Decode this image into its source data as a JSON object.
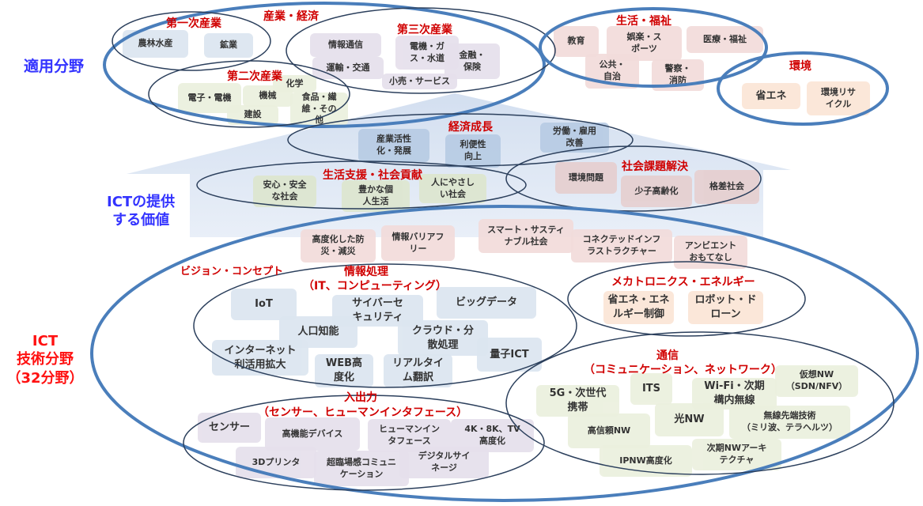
{
  "side_labels": {
    "applied": "適用分野",
    "value": "ICTの提供\nする価値",
    "tech": "ICT\n技術分野\n（32分野）"
  },
  "applied": {
    "industry_label": "産業・経済",
    "primary": {
      "label": "第一次産業",
      "items": [
        "農林水産",
        "鉱業"
      ]
    },
    "secondary": {
      "label": "第二次産業",
      "items": [
        "電子・電機",
        "機械",
        "化学",
        "食品・繊\n維・その\n他",
        "建設"
      ]
    },
    "tertiary": {
      "label": "第三次産業",
      "items": [
        "情報通信",
        "運輸・交通",
        "電機・ガ\nス・水道",
        "金融・\n保険",
        "小売・サービス"
      ]
    },
    "welfare": {
      "label": "生活・福祉",
      "items": [
        "教育",
        "娯楽・ス\nポーツ",
        "医療・福祉",
        "公共・\n自治",
        "警察・\n消防"
      ]
    },
    "environment": {
      "label": "環境",
      "items": [
        "省エネ",
        "環境リサ\nイクル"
      ]
    }
  },
  "values": {
    "growth": {
      "label": "経済成長",
      "items": [
        "産業活性\n化・発展",
        "利便性\n向上",
        "労働・雇用\n改善"
      ]
    },
    "life": {
      "label": "生活支援・社会貢献",
      "items": [
        "安心・安全\nな社会",
        "豊かな個\n人生活",
        "人にやさし\nい社会"
      ]
    },
    "social": {
      "label": "社会課題解決",
      "items": [
        "環境問題",
        "少子高齢化",
        "格差社会"
      ]
    }
  },
  "tech": {
    "vision": {
      "label": "ビジョン・コンセプト",
      "items": [
        "高度化した防\n災・減災",
        "情報バリアフ\nリー",
        "スマート・サスティ\nナブル社会",
        "コネクテッドインフ\nラストラクチャー",
        "アンビエント\nおもてなし"
      ]
    },
    "computing": {
      "label": "情報処理",
      "sublabel": "（IT、コンピューティング）",
      "items": [
        "IoT",
        "サイバーセ\nキュリティ",
        "ビッグデータ",
        "人口知能",
        "クラウド・分\n散処理",
        "インターネット\n利活用拡大",
        "WEB高\n度化",
        "量子ICT",
        "リアルタイ\nム翻訳"
      ]
    },
    "mechatronics": {
      "label": "メカトロニクス・エネルギー",
      "items": [
        "省エネ・エネ\nルギー制御",
        "ロボット・ド\nローン"
      ]
    },
    "network": {
      "label": "通信",
      "sublabel": "（コミュニケーション、ネットワーク）",
      "items": [
        "5G・次世代\n携帯",
        "ITS",
        "Wi-Fi・次期\n構内無線",
        "仮想NW\n（SDN/NFV）",
        "高信頼NW",
        "光NW",
        "無線先端技術\n（ミリ波、テラヘルツ）",
        "IPNW高度化",
        "次期NWアーキ\nテクチャ"
      ]
    },
    "io": {
      "label": "入出力",
      "sublabel": "（センサー、ヒューマンインタフェース）",
      "items": [
        "センサー",
        "高機能デバイス",
        "ヒューマンイン\nタフェース",
        "4K・8K、TV\n高度化",
        "3Dプリンタ",
        "超臨場感コミュニ\nケーション",
        "デジタルサイ\nネージ"
      ]
    }
  },
  "colors": {
    "big_ellipse": "#4a7ebb",
    "small_ellipse": "#2b3f5c",
    "label_red": "#d00000",
    "side_blue": "#3333ff"
  }
}
